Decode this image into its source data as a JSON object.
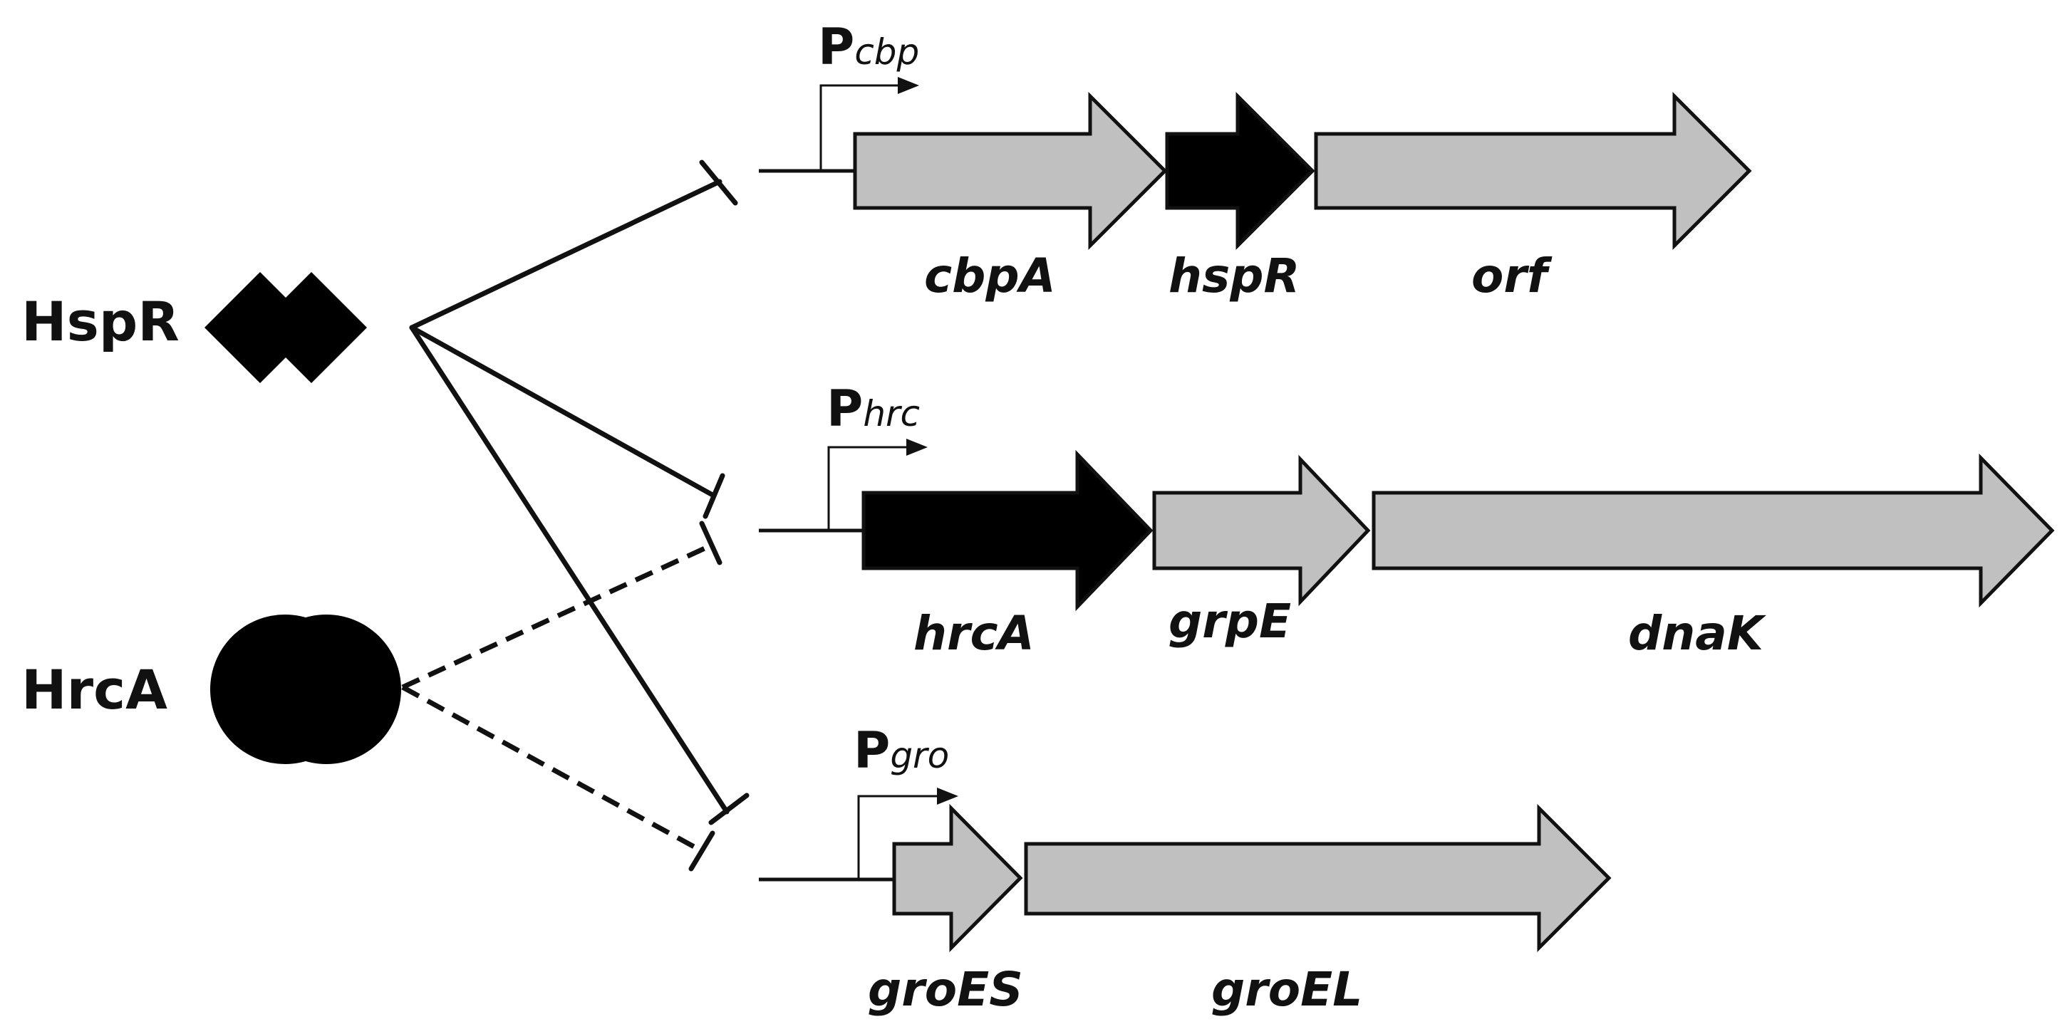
{
  "regulators": [
    {
      "id": "hspr",
      "label": "HspR",
      "symbol": "double-diamond"
    },
    {
      "id": "hrca",
      "label": "HrcA",
      "symbol": "double-circle"
    }
  ],
  "operons": [
    {
      "id": "cbp",
      "promoter": {
        "prefix": "P",
        "subscript": "cbp"
      },
      "genes": [
        {
          "name": "cbpA",
          "fill": "#c0c0c0"
        },
        {
          "name": "hspR",
          "fill": "#000000"
        },
        {
          "name": "orf",
          "fill": "#c0c0c0"
        }
      ]
    },
    {
      "id": "hrc",
      "promoter": {
        "prefix": "P",
        "subscript": "hrc"
      },
      "genes": [
        {
          "name": "hrcA",
          "fill": "#000000"
        },
        {
          "name": "grpE",
          "fill": "#c0c0c0"
        },
        {
          "name": "dnaK",
          "fill": "#c0c0c0"
        }
      ]
    },
    {
      "id": "gro",
      "promoter": {
        "prefix": "P",
        "subscript": "gro"
      },
      "genes": [
        {
          "name": "groES",
          "fill": "#c0c0c0"
        },
        {
          "name": "groEL",
          "fill": "#c0c0c0"
        }
      ]
    }
  ],
  "repression": [
    {
      "from": "HspR",
      "to": "cbp",
      "style": "solid"
    },
    {
      "from": "HspR",
      "to": "hrc",
      "style": "solid"
    },
    {
      "from": "HspR",
      "to": "gro",
      "style": "solid"
    },
    {
      "from": "HrcA",
      "to": "hrc",
      "style": "dashed"
    },
    {
      "from": "HrcA",
      "to": "gro",
      "style": "dashed"
    }
  ],
  "colors": {
    "gray_gene": "#c0c0c0",
    "black_gene": "#000000",
    "stroke": "#111111"
  }
}
